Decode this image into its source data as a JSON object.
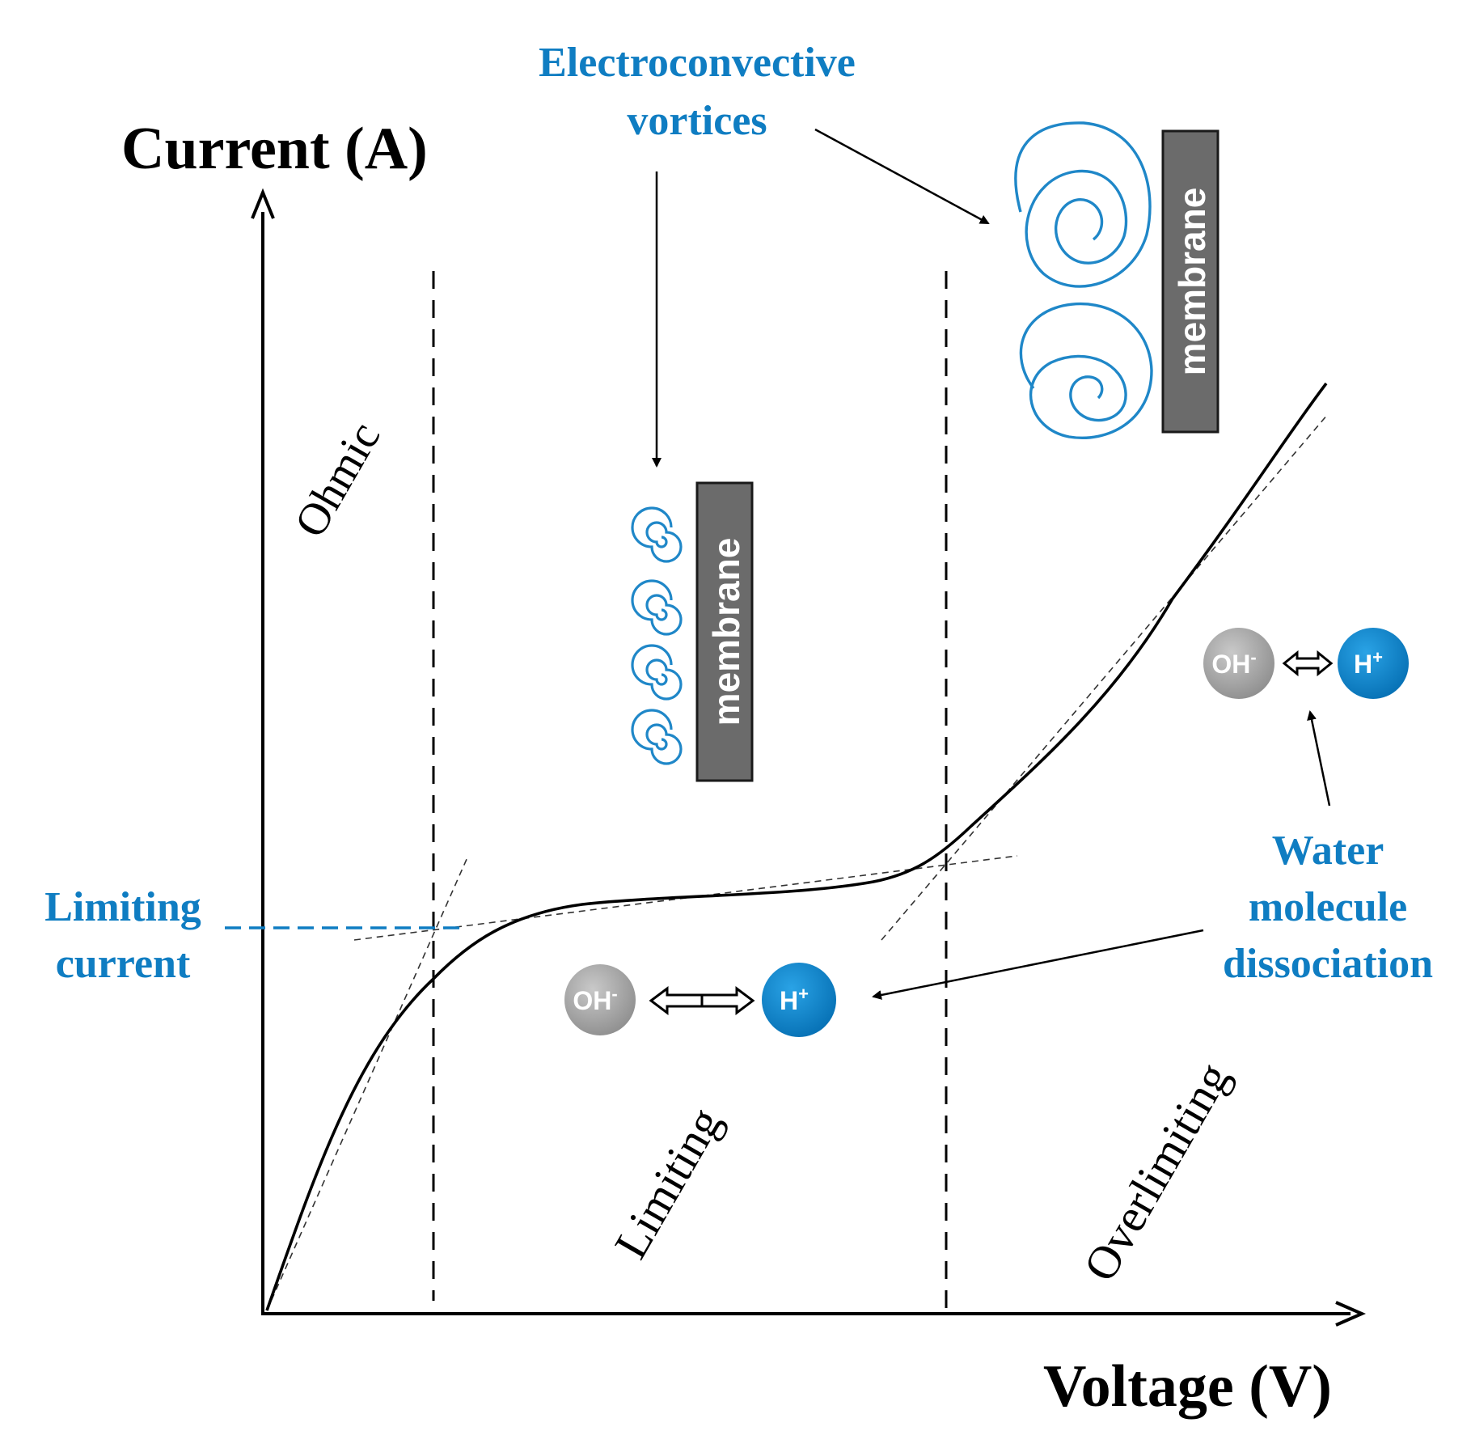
{
  "axes": {
    "y_title": "Current (A)",
    "x_title": "Voltage (V)"
  },
  "regions": {
    "ohmic": "Ohmic",
    "limiting": "Limiting",
    "overlimiting": "Overlimiting"
  },
  "annotations": {
    "electroconvective_line1": "Electroconvective",
    "electroconvective_line2": "vortices",
    "limiting_current_line1": "Limiting",
    "limiting_current_line2": "current",
    "water_line1": "Water",
    "water_line2": "molecule",
    "water_line3": "dissociation"
  },
  "membranes": {
    "small_label": "membrane",
    "large_label": "membrane"
  },
  "ions": {
    "hydroxide": "OH",
    "hydroxide_charge": "-",
    "proton": "H",
    "proton_charge": "+"
  },
  "colors": {
    "accent_blue": "#0f7dc2",
    "membrane_gray": "#6b6b6b",
    "hydroxide_gray": "#9a9a9a",
    "proton_blue": "#0b86cf",
    "axis_black": "#000000"
  }
}
